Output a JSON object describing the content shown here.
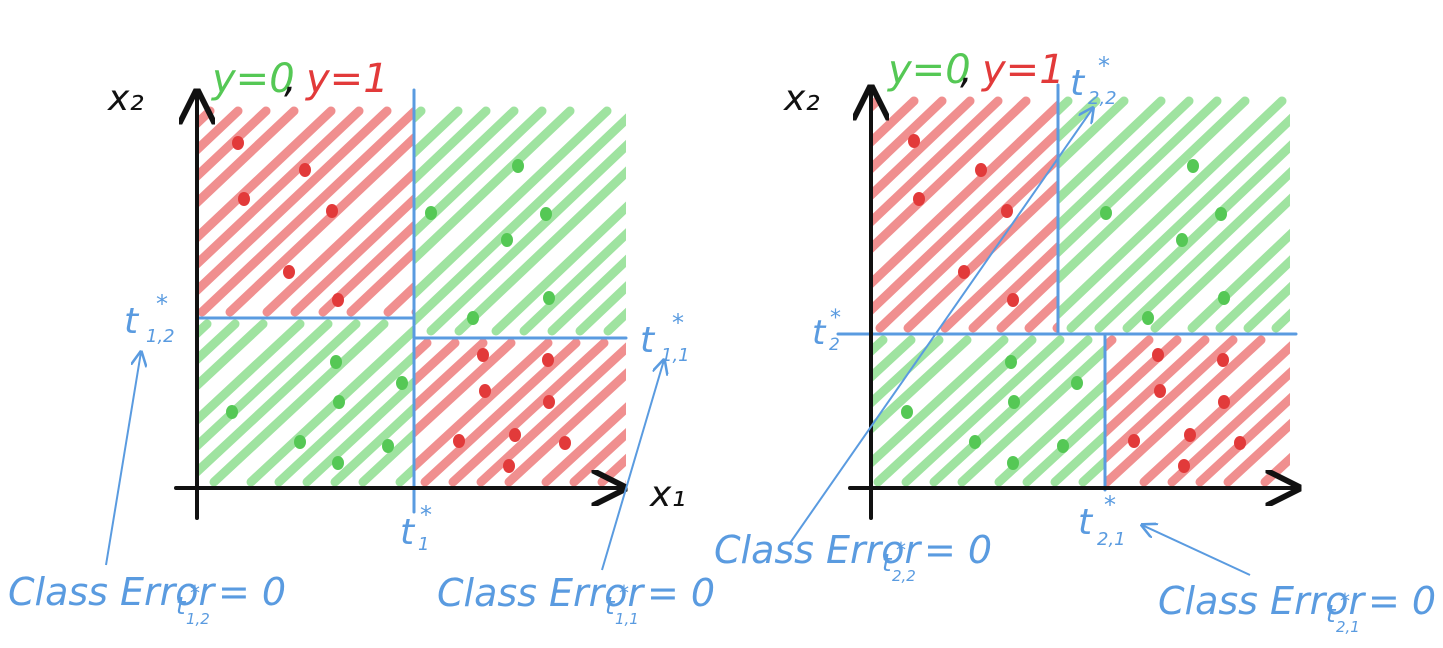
{
  "colors": {
    "class0": "#55c855",
    "class0_hatch": "#9fe3a0",
    "class1": "#e23a3a",
    "class1_hatch": "#f08f8f",
    "split": "#5a9be0",
    "axis": "#111111"
  },
  "panels": [
    {
      "legend": {
        "y0": "y=0",
        "comma": ",",
        "y1": "y=1"
      },
      "axis_labels": {
        "x2": "x₂",
        "x1": "x₁"
      },
      "thresholds": {
        "t12": {
          "base": "t",
          "sub": "1,2",
          "sup": "*"
        },
        "t11": {
          "base": "t",
          "sub": "1,1",
          "sup": "*"
        },
        "t1": {
          "base": "t",
          "sub": "1",
          "sup": "*"
        }
      },
      "annotations": [
        {
          "text": "Class Error",
          "sub": "t",
          "subsub": "1,2",
          "sup": "*",
          "eq": "= 0"
        },
        {
          "text": "Class Error",
          "sub": "t",
          "subsub": "1,1",
          "sup": "*",
          "eq": "= 0"
        }
      ]
    },
    {
      "legend": {
        "y0": "y=0",
        "comma": ",",
        "y1": "y=1"
      },
      "axis_labels": {
        "x2": "x₂"
      },
      "thresholds": {
        "t22": {
          "base": "t",
          "sub": "2,2",
          "sup": "*"
        },
        "t2": {
          "base": "t",
          "sub": "2",
          "sup": "*"
        },
        "t21": {
          "base": "t",
          "sub": "2,1",
          "sup": "*"
        }
      },
      "annotations": [
        {
          "text": "Class Error",
          "sub": "t",
          "subsub": "2,2",
          "sup": "*",
          "eq": "= 0"
        },
        {
          "text": "Class Error",
          "sub": "t",
          "subsub": "2,1",
          "sup": "*",
          "eq": "= 0"
        }
      ]
    }
  ]
}
